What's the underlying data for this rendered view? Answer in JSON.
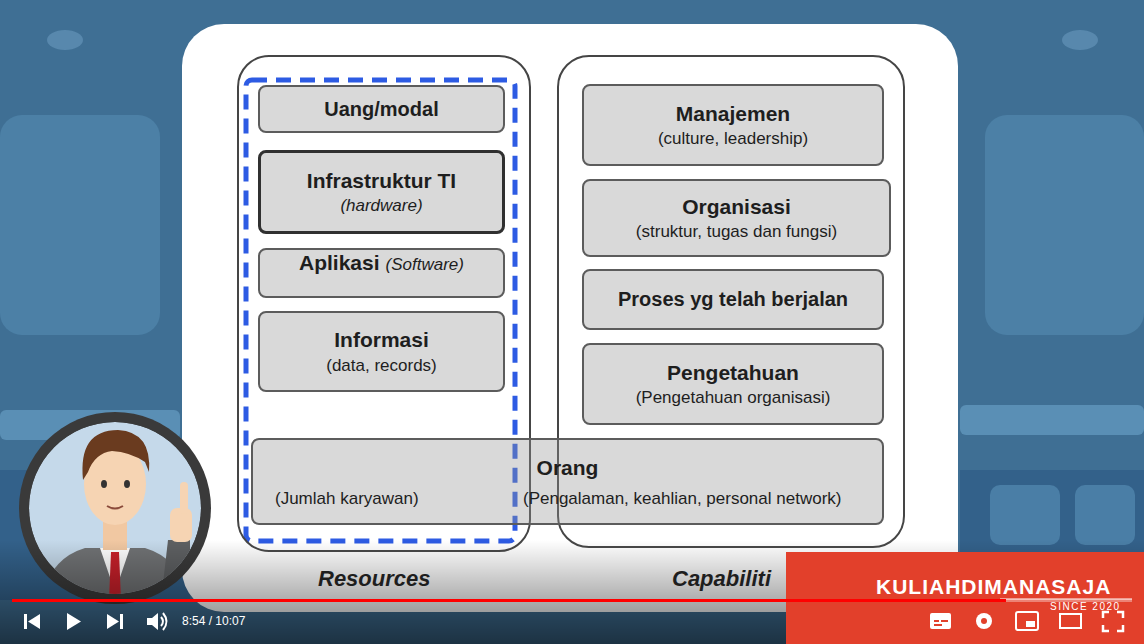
{
  "diagram": {
    "nodes": [
      {
        "text": [
          "Resources"
        ]
      },
      {
        "text": [
          "Uang/modal"
        ],
        "in": 0
      },
      {
        "text": [
          "Infrastruktur TI",
          "(hardware)"
        ],
        "in": 0
      },
      {
        "text": [
          "Aplikasi",
          "(Software)"
        ],
        "in": 0
      },
      {
        "text": [
          "Informasi",
          "(data, records)"
        ],
        "in": 0
      },
      {
        "text": [
          "Capabiliti"
        ]
      },
      {
        "text": [
          "Manajemen",
          "(culture, leadership)"
        ],
        "in": 5
      },
      {
        "text": [
          "Organisasi",
          "(struktur, tugas dan fungsi)"
        ],
        "in": 5
      },
      {
        "text": [
          "Proses yg telah berjalan"
        ],
        "in": 5
      },
      {
        "text": [
          "Pengetahuan",
          "(Pengetahuan organisasi)"
        ],
        "in": 5
      },
      {
        "text": [
          "Orang",
          "(Jumlah karyawan)",
          "(Pengalaman, keahlian, personal network)"
        ]
      }
    ],
    "labels": [
      "8:54 / 10:07",
      "KULIAHDIMANASAJA",
      "SINCE 2020"
    ]
  }
}
